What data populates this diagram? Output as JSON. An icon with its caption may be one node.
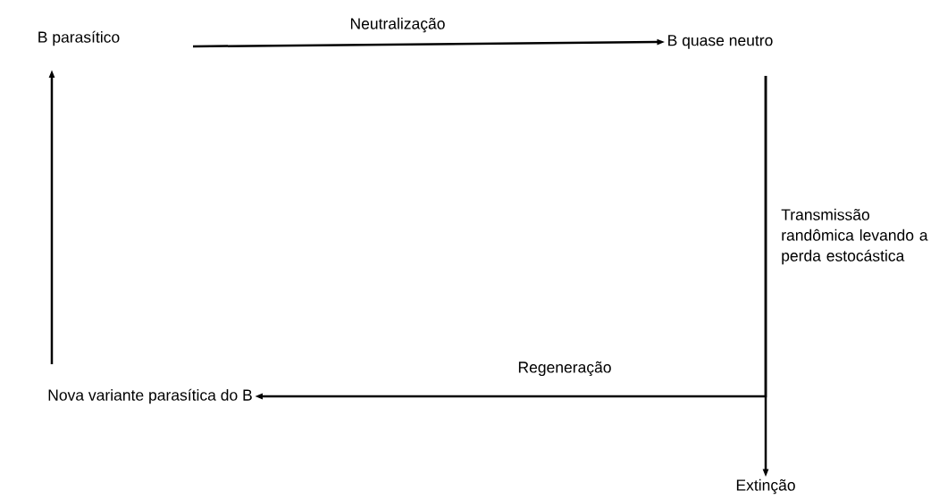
{
  "diagram": {
    "nodes": [
      {
        "text": [
          "B parasítico"
        ]
      },
      {
        "text": [
          "B quase neutro"
        ]
      },
      {
        "text": [
          "Nova variante parasítica do B"
        ]
      },
      {
        "text": [
          "Extinção"
        ]
      }
    ],
    "edges": [
      {
        "from": 0,
        "to": 1,
        "arrow": "to",
        "label": "Neutralização"
      },
      {
        "from": 1,
        "to": 3,
        "arrow": "to",
        "label": "Transmissão randômica levando a perda estocástica"
      },
      {
        "from": 1,
        "to": 2,
        "arrow": "to",
        "label": "Regeneração"
      },
      {
        "from": 2,
        "to": 0,
        "arrow": "to"
      }
    ]
  }
}
